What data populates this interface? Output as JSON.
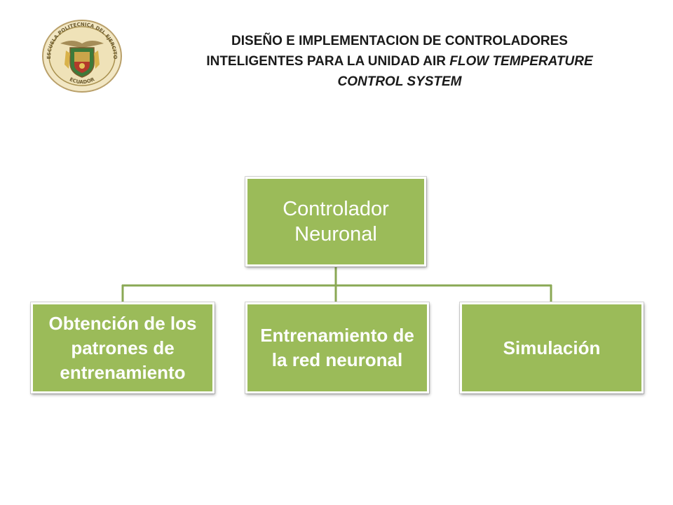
{
  "header": {
    "title_line1": "DISEÑO E IMPLEMENTACION DE CONTROLADORES",
    "title_line2_regular": "INTELIGENTES PARA LA UNIDAD AIR ",
    "title_line2_italic": "FLOW TEMPERATURE",
    "title_line3_italic": "CONTROL SYSTEM",
    "logo": {
      "icon": "university-seal-icon",
      "ring_text_top": "ESCUELA POLITECNICA DEL EJERCITO",
      "ring_text_bottom": "ECUADOR"
    }
  },
  "diagram": {
    "root": {
      "label": "Controlador Neuronal"
    },
    "children": [
      {
        "label": "Obtención de los patrones de entrenamiento"
      },
      {
        "label": "Entrenamiento de la red neuronal"
      },
      {
        "label": "Simulación"
      }
    ],
    "colors": {
      "box_fill": "#9bbb59",
      "connector": "#8aa854",
      "box_text": "#ffffff"
    }
  }
}
